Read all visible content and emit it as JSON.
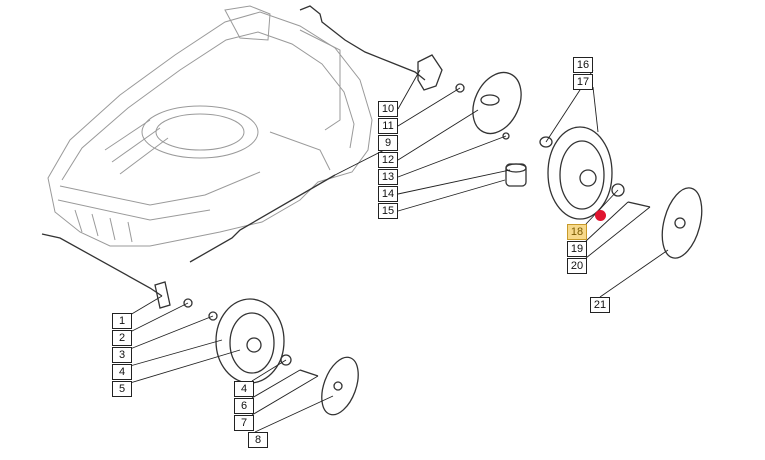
{
  "diagram": {
    "callouts_top": [
      "10",
      "11",
      "9",
      "12",
      "13",
      "14",
      "15"
    ],
    "callouts_right": [
      "16",
      "17"
    ],
    "callouts_right_lower": [
      "18",
      "19",
      "20"
    ],
    "callout_21": "21",
    "callouts_left": [
      "1",
      "2",
      "3",
      "4",
      "5"
    ],
    "callouts_bottom": [
      "4",
      "6",
      "7",
      "8"
    ],
    "highlighted": "18",
    "highlight_color": "#f7d98b",
    "marker_color": "#e01530"
  }
}
